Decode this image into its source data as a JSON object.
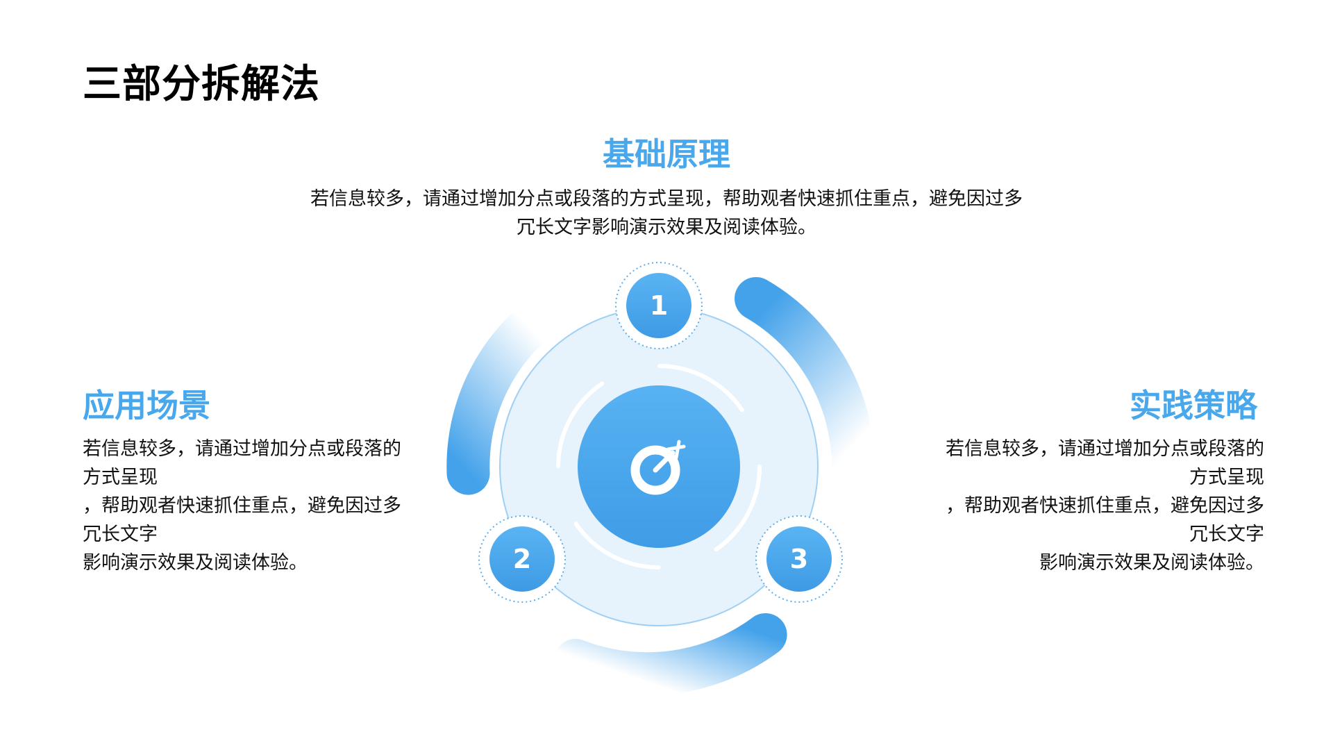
{
  "title": "三部分拆解法",
  "sections": [
    {
      "number": "1",
      "title": "基础原理",
      "body": "若信息较多，请通过增加分点或段落的方式呈现，帮助观者快速抓住重点，避免因过多冗长文字影响演示效果及阅读体验。"
    },
    {
      "number": "2",
      "title": "应用场景",
      "body": "若信息较多，请通过增加分点或段落的方式呈现，帮助观者快速抓住重点，避免因过多冗长文字影响演示效果及阅读体验。"
    },
    {
      "number": "3",
      "title": "实践策略",
      "body": "若信息较多，请通过增加分点或段落的方式呈现，帮助观者快速抓住重点，避免因过多冗长文字影响演示效果及阅读体验。"
    }
  ],
  "center_icon": "target-icon",
  "colors": {
    "accent": "#49a8ec",
    "accent_dark": "#3f9be6",
    "light_fill": "#e6f2fc",
    "title": "#000000",
    "text": "#111111"
  }
}
